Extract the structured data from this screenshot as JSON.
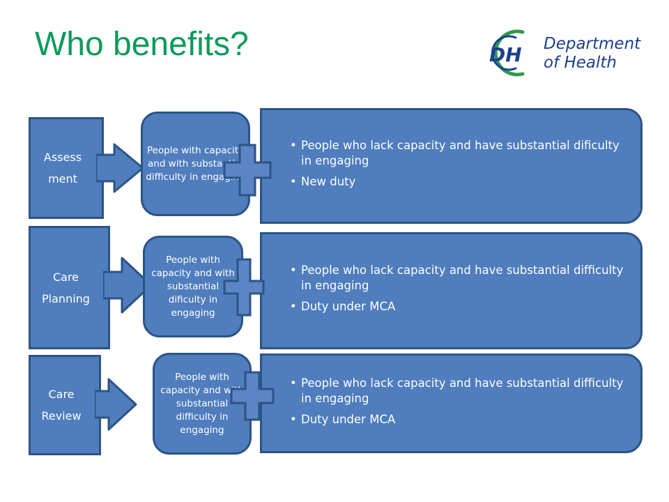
{
  "title": "Who benefits?",
  "logo": {
    "mark": "DH",
    "line1": "Department",
    "line2": "of Health"
  },
  "colors": {
    "title": "#0c9a5a",
    "shape_fill": "#4f7dbd",
    "shape_border": "#2c5485",
    "plus_fill": "#5b85c4",
    "logo_green": "#2f9a45",
    "logo_blue": "#1d3f8f"
  },
  "rows": [
    {
      "stage": [
        "Assess",
        "ment"
      ],
      "who": "People with capacity and with substantial difficulty in engaging",
      "bullets": [
        "People who lack capacity and have substantial dificulty in engaging",
        "New duty"
      ]
    },
    {
      "stage": [
        "Care",
        "Planning"
      ],
      "who": "People with capacity and with substantial dificulty in engaging",
      "bullets": [
        "People who lack capacity and have substantial difficulty in engaging",
        "Duty under MCA"
      ]
    },
    {
      "stage": [
        "Care",
        "Review"
      ],
      "who": "People with capacity and with substantial difficulty in engaging",
      "bullets": [
        "People who lack capacity and have substantial difficulty in engaging",
        "Duty under MCA"
      ]
    }
  ]
}
